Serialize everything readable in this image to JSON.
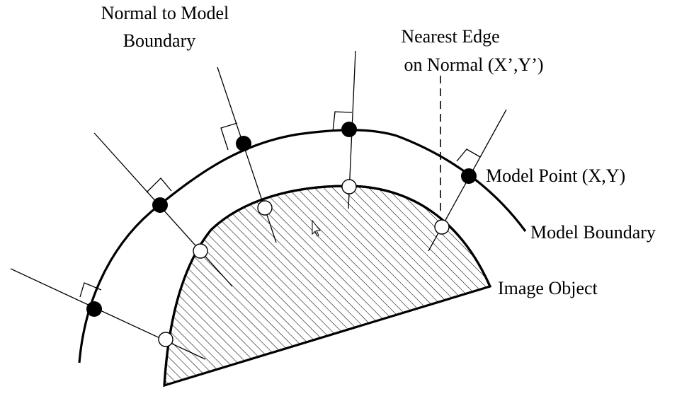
{
  "labels": {
    "normal_line1": "Normal to Model",
    "normal_line2": "Boundary",
    "nearest_line1": "Nearest Edge",
    "nearest_line2": "on Normal (X’,Y’)",
    "model_point": "Model Point (X,Y)",
    "model_boundary": "Model Boundary",
    "image_object": "Image Object"
  },
  "colors": {
    "ink": "#000000",
    "paper": "#ffffff"
  }
}
